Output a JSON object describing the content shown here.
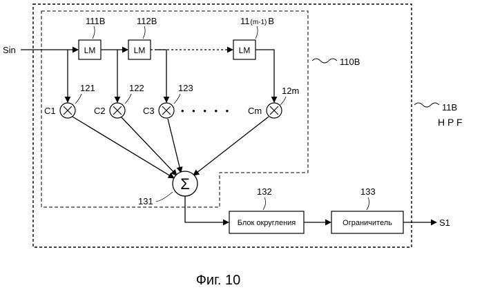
{
  "diagram": {
    "input_label": "Sin",
    "output_label": "S1",
    "outer_block_label": "11B",
    "outer_block_sublabel": "H P F",
    "inner_block_label": "110B",
    "delay_blocks": [
      {
        "ref": "111B",
        "text": "LM"
      },
      {
        "ref": "112B",
        "text": "LM"
      },
      {
        "ref": "11",
        "ref_sub": "(m-1)",
        "ref_suffix": "B",
        "text": "LM"
      }
    ],
    "multipliers": [
      {
        "ref": "121",
        "coef": "C1"
      },
      {
        "ref": "122",
        "coef": "C2"
      },
      {
        "ref": "123",
        "coef": "C3"
      },
      {
        "ref": "12m",
        "coef": "Cm"
      }
    ],
    "ellipsis": "• • • • •",
    "summer": {
      "ref": "131",
      "symbol": "Σ"
    },
    "rounding_block": {
      "ref": "132",
      "text": "Блок округления"
    },
    "limiter_block": {
      "ref": "133",
      "text": "Ограничитель"
    },
    "caption": "Фиг. 10"
  }
}
